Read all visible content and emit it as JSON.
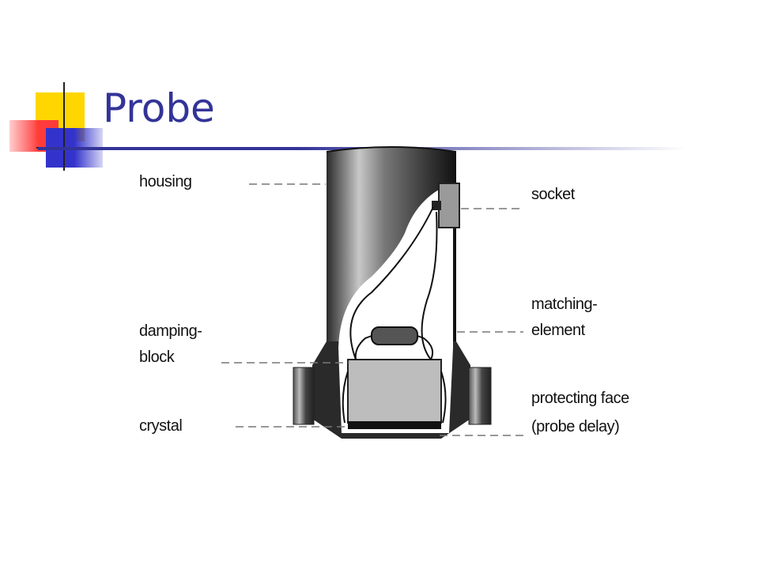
{
  "slide": {
    "title": "Probe",
    "colors": {
      "title": "#333399",
      "accent_yellow": "#ffd600",
      "accent_red": "#ff3b3b",
      "accent_blue": "#3333cc"
    }
  },
  "diagram": {
    "labels": {
      "housing": "housing",
      "damping_line1": "damping-",
      "damping_line2": "block",
      "crystal": "crystal",
      "socket": "socket",
      "matching_line1": "matching-",
      "matching_line2": "element",
      "protecting_line1": "protecting face",
      "protecting_line2": "(probe delay)"
    }
  }
}
